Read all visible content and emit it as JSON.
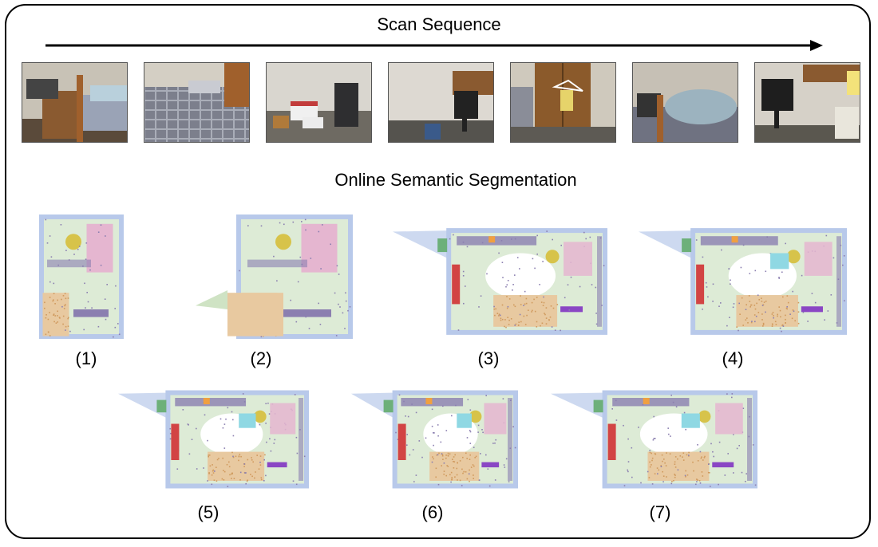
{
  "scan_sequence_title": "Scan Sequence",
  "segmentation_title": "Online Semantic Segmentation",
  "frames": [
    {
      "scene": "bed-and-nightstand"
    },
    {
      "scene": "bed-plaid"
    },
    {
      "scene": "floor-with-boxes"
    },
    {
      "scene": "desk-chair-corner"
    },
    {
      "scene": "door-with-hanger"
    },
    {
      "scene": "bed-with-blankets"
    },
    {
      "scene": "chair-and-desk"
    }
  ],
  "reconstructions": [
    {
      "label": "(1)",
      "stage": 1
    },
    {
      "label": "(2)",
      "stage": 2
    },
    {
      "label": "(3)",
      "stage": 3
    },
    {
      "label": "(4)",
      "stage": 4
    },
    {
      "label": "(5)",
      "stage": 5
    },
    {
      "label": "(6)",
      "stage": 6
    },
    {
      "label": "(7)",
      "stage": 7
    }
  ],
  "semantic_colors": {
    "wall": "#b8c9ea",
    "floor": "#cfe3c4",
    "bed": "#e8c9a0",
    "furniture": "#8b7fb0",
    "chair": "#d7c34a",
    "door": "#d24444",
    "clutter": "#e5b6d0",
    "desk": "#8fd8e3",
    "cabinet": "#6db07a",
    "purple": "#8a46c4"
  }
}
